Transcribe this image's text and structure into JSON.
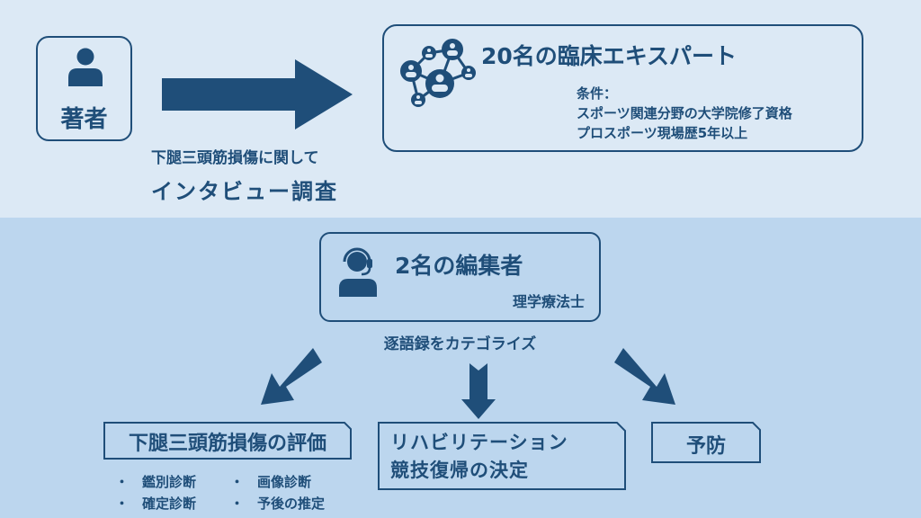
{
  "colors": {
    "primary": "#1f4e79",
    "top_bg": "#dce9f5",
    "bottom_bg": "#bcd6ee"
  },
  "author": {
    "label": "著者",
    "icon": "person-icon"
  },
  "interview": {
    "subtitle": "下腿三頭筋損傷に関して",
    "title": "インタビュー調査"
  },
  "experts": {
    "icon": "network-people-icon",
    "title": "20名の臨床エキスパート",
    "conditions_label": "条件：",
    "conditions": [
      "スポーツ関連分野の大学院修了資格",
      "プロスポーツ現場歴5年以上"
    ]
  },
  "editors": {
    "icon": "headset-person-icon",
    "title": "2名の編集者",
    "role": "理学療法士",
    "action": "逐語録をカテゴライズ"
  },
  "categories": [
    {
      "title": "下腿三頭筋損傷の評価",
      "items": [
        "鑑別診断",
        "画像診断",
        "確定診断",
        "予後の推定"
      ]
    },
    {
      "lines": [
        "リハビリテーション",
        "競技復帰の決定"
      ]
    },
    {
      "title": "予防"
    }
  ],
  "bullet_symbol": "・"
}
